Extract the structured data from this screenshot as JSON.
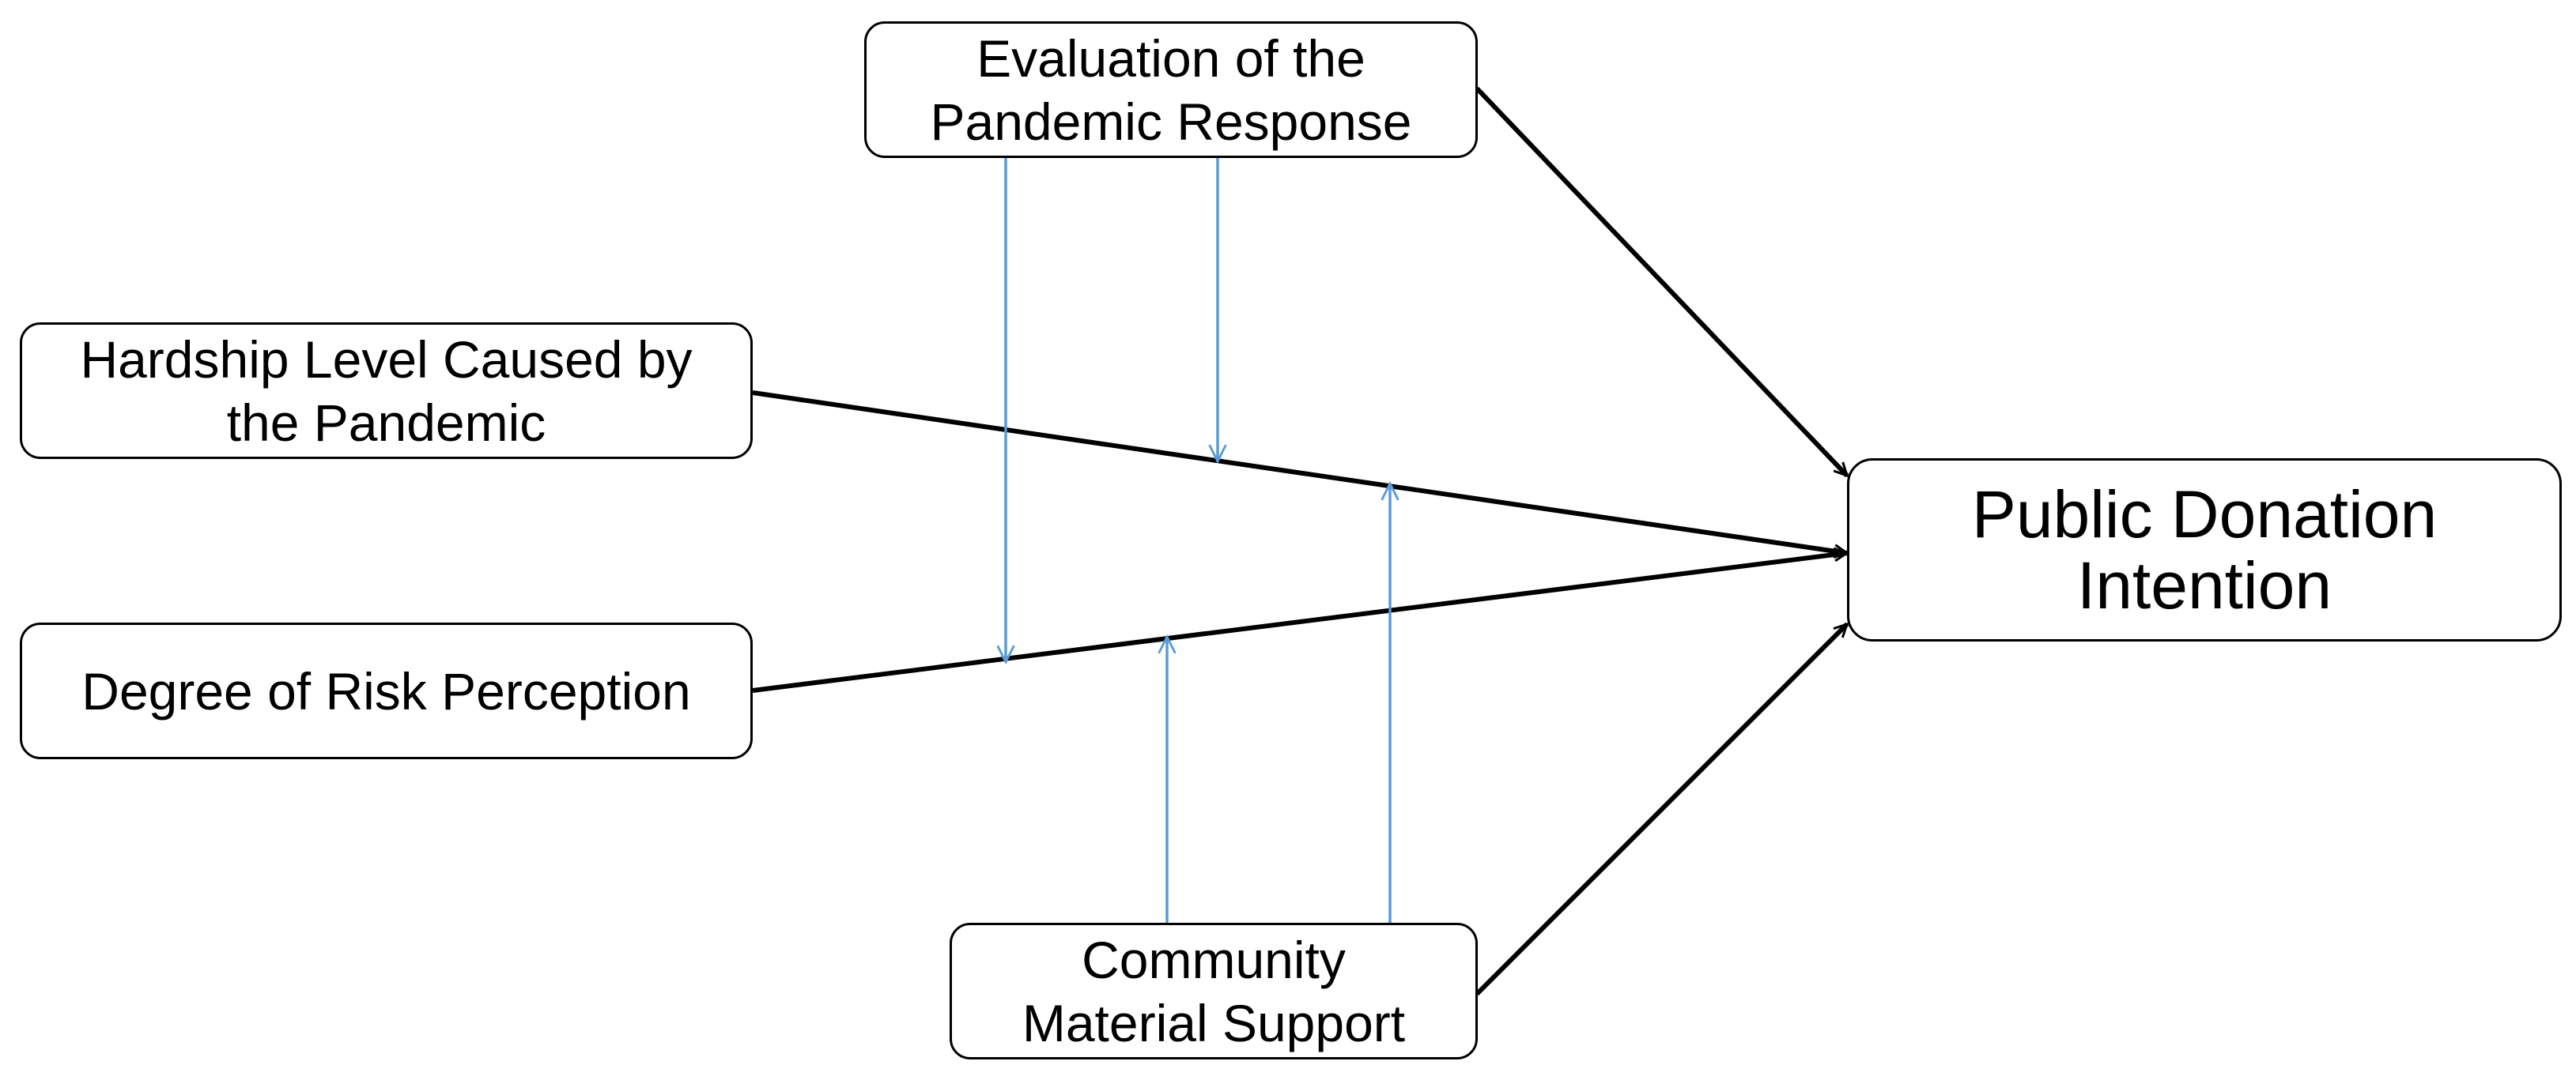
{
  "nodes": {
    "evaluation": {
      "lines": [
        "Evaluation of the",
        "Pandemic Response"
      ]
    },
    "hardship": {
      "lines": [
        "Hardship Level Caused by",
        "the Pandemic"
      ]
    },
    "risk": {
      "lines": [
        "Degree of Risk Perception"
      ]
    },
    "community": {
      "lines": [
        "Community",
        "Material Support"
      ]
    },
    "intention": {
      "lines": [
        "Public Donation",
        "Intention"
      ]
    }
  },
  "edges": [
    {
      "from": "evaluation",
      "to": "intention",
      "kind": "direct"
    },
    {
      "from": "hardship",
      "to": "intention",
      "kind": "direct"
    },
    {
      "from": "risk",
      "to": "intention",
      "kind": "direct"
    },
    {
      "from": "community",
      "to": "intention",
      "kind": "direct"
    },
    {
      "from": "evaluation",
      "to": "hardship-path",
      "kind": "moderation"
    },
    {
      "from": "evaluation",
      "to": "risk-path",
      "kind": "moderation"
    },
    {
      "from": "community",
      "to": "hardship-path",
      "kind": "moderation"
    },
    {
      "from": "community",
      "to": "risk-path",
      "kind": "moderation"
    }
  ],
  "colors": {
    "direct": "#000000",
    "moderation": "#5B9BD5",
    "border": "#000000"
  }
}
